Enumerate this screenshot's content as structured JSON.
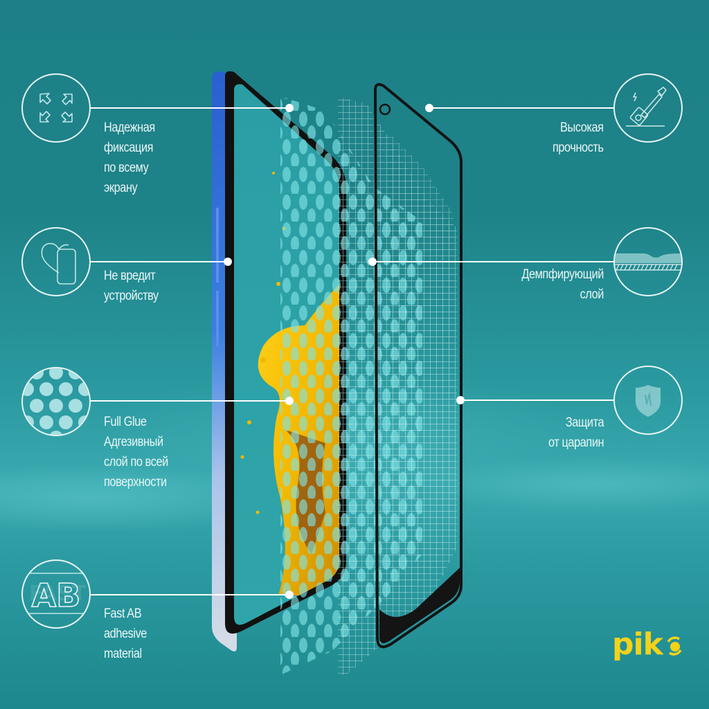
{
  "brand": {
    "logo_text": "pik",
    "logo_color": "#f4d219"
  },
  "colors": {
    "background_top": "#1d8088",
    "background_mid": "#3aaab0",
    "line": "#ffffff",
    "label_text": "#e9f6f6",
    "splash_yellow": "#f5c400"
  },
  "features_left": [
    {
      "icon": "expand-arrows-icon",
      "label": "Надежная\nфиксация\nпо всему\nэкрану"
    },
    {
      "icon": "heart-phone-icon",
      "label": "Не вредит\nустройству"
    },
    {
      "icon": "dots-pattern-icon",
      "label": "Full Glue\nАдгезивный\nслой по всей\nповерхности"
    },
    {
      "icon": "fast-ab-icon",
      "label": "Fast AB\nadhesive\nmaterial",
      "icon_text_big": "AB",
      "icon_text_small": "FAST"
    }
  ],
  "features_right": [
    {
      "icon": "hammer-icon",
      "label": "Высокая\nпрочность"
    },
    {
      "icon": "damping-layer-icon",
      "label": "Демпфирующий\nслой"
    },
    {
      "icon": "shield-scratch-icon",
      "label": "Защита\nот царапин"
    }
  ]
}
